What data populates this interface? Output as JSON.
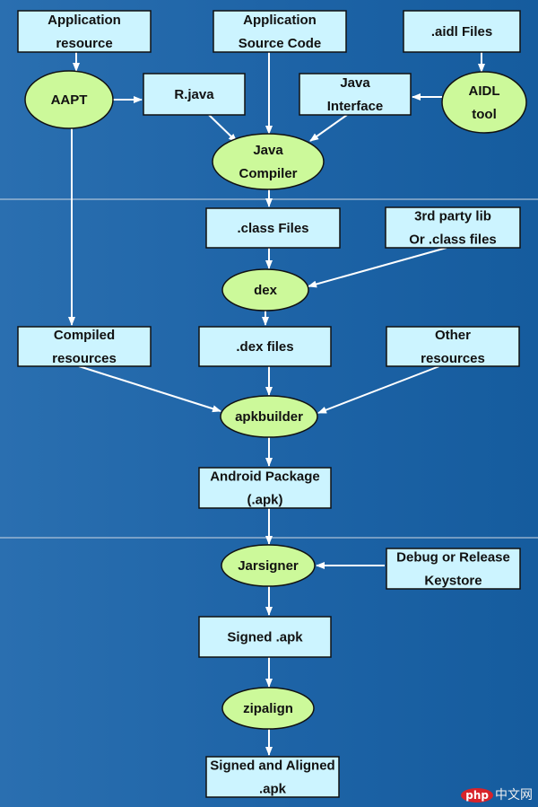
{
  "diagram": {
    "nodes": [
      {
        "id": "app_res",
        "shape": "box",
        "lines": [
          "Application",
          "resource"
        ]
      },
      {
        "id": "app_src",
        "shape": "box",
        "lines": [
          "Application",
          "Source Code"
        ]
      },
      {
        "id": "aidl_files",
        "shape": "box",
        "lines": [
          ".aidl Files"
        ]
      },
      {
        "id": "aapt",
        "shape": "ellipse",
        "lines": [
          "AAPT"
        ]
      },
      {
        "id": "rjava",
        "shape": "box",
        "lines": [
          "R.java"
        ]
      },
      {
        "id": "java_iface",
        "shape": "box",
        "lines": [
          "Java",
          "Interface"
        ]
      },
      {
        "id": "aidl_tool",
        "shape": "ellipse",
        "lines": [
          "AIDL",
          "tool"
        ]
      },
      {
        "id": "javac",
        "shape": "ellipse",
        "lines": [
          "Java",
          "Compiler"
        ]
      },
      {
        "id": "class_files",
        "shape": "box",
        "lines": [
          ".class Files"
        ]
      },
      {
        "id": "third_party",
        "shape": "box",
        "lines": [
          "3rd party lib",
          "Or .class files"
        ]
      },
      {
        "id": "dex",
        "shape": "ellipse",
        "lines": [
          "dex"
        ]
      },
      {
        "id": "compiled_res",
        "shape": "box",
        "lines": [
          "Compiled",
          "resources"
        ]
      },
      {
        "id": "dex_files",
        "shape": "box",
        "lines": [
          ".dex files"
        ]
      },
      {
        "id": "other_res",
        "shape": "box",
        "lines": [
          "Other",
          "resources"
        ]
      },
      {
        "id": "apkbuilder",
        "shape": "ellipse",
        "lines": [
          "apkbuilder"
        ]
      },
      {
        "id": "android_pkg",
        "shape": "box",
        "lines": [
          "Android Package",
          "(.apk)"
        ]
      },
      {
        "id": "jarsigner",
        "shape": "ellipse",
        "lines": [
          "Jarsigner"
        ]
      },
      {
        "id": "keystore",
        "shape": "box",
        "lines": [
          "Debug or Release",
          "Keystore"
        ]
      },
      {
        "id": "signed_apk",
        "shape": "box",
        "lines": [
          "Signed .apk"
        ]
      },
      {
        "id": "zipalign",
        "shape": "ellipse",
        "lines": [
          "zipalign"
        ]
      },
      {
        "id": "signed_aligned",
        "shape": "box",
        "lines": [
          "Signed and Aligned",
          ".apk"
        ]
      }
    ],
    "edges": [
      {
        "from": "app_res",
        "to": "aapt"
      },
      {
        "from": "aapt",
        "to": "rjava"
      },
      {
        "from": "aidl_files",
        "to": "aidl_tool"
      },
      {
        "from": "aidl_tool",
        "to": "java_iface"
      },
      {
        "from": "app_src",
        "to": "javac"
      },
      {
        "from": "rjava",
        "to": "javac"
      },
      {
        "from": "java_iface",
        "to": "javac"
      },
      {
        "from": "javac",
        "to": "class_files"
      },
      {
        "from": "class_files",
        "to": "dex"
      },
      {
        "from": "third_party",
        "to": "dex"
      },
      {
        "from": "dex",
        "to": "dex_files"
      },
      {
        "from": "aapt",
        "to": "compiled_res"
      },
      {
        "from": "compiled_res",
        "to": "apkbuilder"
      },
      {
        "from": "dex_files",
        "to": "apkbuilder"
      },
      {
        "from": "other_res",
        "to": "apkbuilder"
      },
      {
        "from": "apkbuilder",
        "to": "android_pkg"
      },
      {
        "from": "android_pkg",
        "to": "jarsigner"
      },
      {
        "from": "keystore",
        "to": "jarsigner"
      },
      {
        "from": "jarsigner",
        "to": "signed_apk"
      },
      {
        "from": "signed_apk",
        "to": "zipalign"
      },
      {
        "from": "zipalign",
        "to": "signed_aligned"
      }
    ]
  },
  "colors": {
    "background": "#1d63a6",
    "box_fill": "#ccf4ff",
    "ellipse_fill": "#ccf99a",
    "stroke": "#111111",
    "arrow": "#ffffff",
    "separator": "#cfd8e3"
  },
  "watermark": {
    "logo": "php",
    "text": "中文网"
  }
}
